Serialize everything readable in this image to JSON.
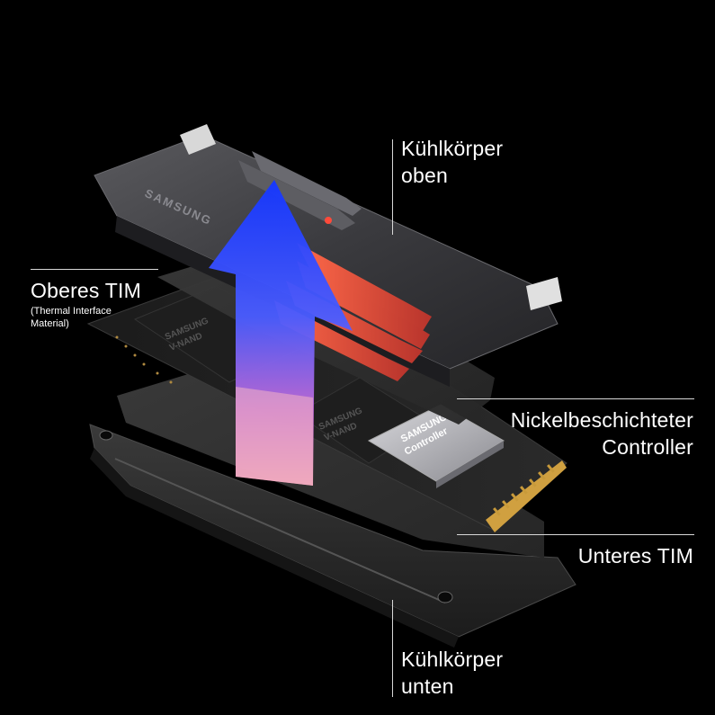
{
  "labels": {
    "heatsink_top": [
      "Kühlkörper",
      "oben"
    ],
    "upper_tim": "Oberes TIM",
    "upper_tim_note": [
      "(Thermal Interface",
      "Material)"
    ],
    "controller": [
      "Nickelbeschichteter",
      "Controller"
    ],
    "lower_tim": "Unteres TIM",
    "heatsink_bottom": [
      "Kühlkörper",
      "unten"
    ]
  },
  "chip_text": {
    "heatsink_brand": "SAMSUNG",
    "nand_1": [
      "SAMSUNG",
      "V-NAND"
    ],
    "nand_2": [
      "SAMSUNG",
      "V-NAND"
    ],
    "controller_chip": [
      "SAMSUNG",
      "Controller"
    ]
  },
  "colors": {
    "background": "#000000",
    "arrow_top": "#1a3cff",
    "arrow_bottom": "#e070c0",
    "heat_glow": "#ff4a3a"
  }
}
